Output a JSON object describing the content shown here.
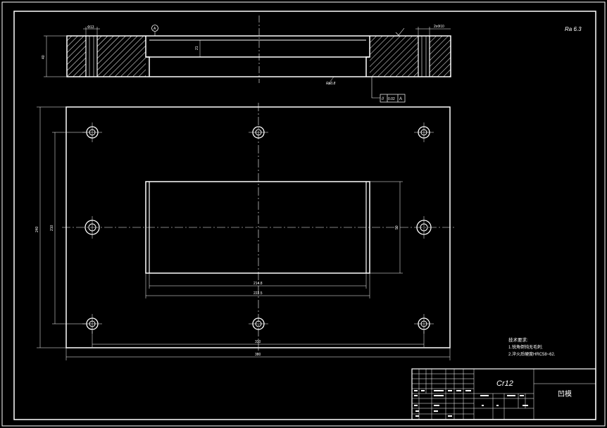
{
  "title_block": {
    "material": "Cr12",
    "part_name": "凹模"
  },
  "roughness_note": "Ra 6.3",
  "tech_requirements": {
    "heading": "技术要求:",
    "items": [
      "1.锐角倒钝无毛刺;",
      "2.淬火后硬度HRC58~62."
    ]
  },
  "section_view": {
    "section_label": "A",
    "dim_hole_left": "Φ13",
    "dim_hole_right": "2xΦ10",
    "dim_thickness": "40",
    "dim_recess": "21",
    "finish_note": "Ra0.8",
    "gdt_symbol": "//",
    "gdt_tolerance": "0.02",
    "gdt_datum": "A"
  },
  "plan_view": {
    "dim_width": "380",
    "dim_hole_spacing_x": "330",
    "dim_height": "240",
    "dim_hole_spacing_y": "210",
    "dim_cavity_width": "214.8",
    "dim_cavity_width_2": "222.5",
    "dim_cavity_height": "90"
  },
  "colors": {
    "background": "#000000",
    "line": "#ffffff",
    "datum_marker": "#ffffff"
  }
}
